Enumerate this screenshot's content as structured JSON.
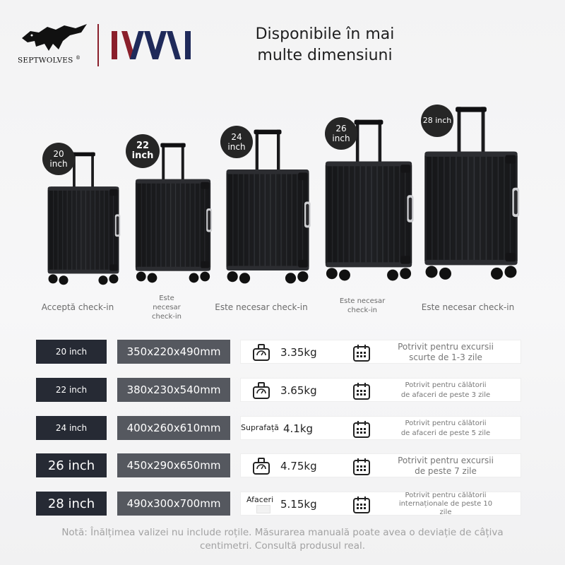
{
  "brand": {
    "name": "SEPTWOLVES",
    "registered": "®",
    "secondary_logo": "IMW"
  },
  "headline": {
    "line1": "Disponibile în mai",
    "line2": "multe dimensiuni"
  },
  "suitcases": [
    {
      "badge_line1": "20",
      "badge_line2": "inch",
      "caption": "Acceptă check-in"
    },
    {
      "badge_line1": "22",
      "badge_line2": "inch",
      "caption_line1": "Este",
      "caption_line2": "necesar",
      "caption_line3": "check-in"
    },
    {
      "badge_line1": "24",
      "badge_line2": "inch",
      "caption": "Este necesar check-in"
    },
    {
      "badge_line1": "26",
      "badge_line2": "inch",
      "caption_line1": "Este necesar",
      "caption_line2": "check-in"
    },
    {
      "badge_line1": "28 inch",
      "badge_line2": "",
      "caption": "Este necesar check-in"
    }
  ],
  "spec_rows": [
    {
      "size": "20 inch",
      "dimensions": "350x220x490mm",
      "weight": "3.35kg",
      "usage_line1": "Potrivit pentru excursii",
      "usage_line2": "scurte de 1-3 zile",
      "icon": "scale-icon"
    },
    {
      "size": "22 inch",
      "dimensions": "380x230x540mm",
      "weight": "3.65kg",
      "usage_line1": "Potrivit pentru călătorii",
      "usage_line2": "de afaceri de peste 3 zile",
      "icon": "scale-icon"
    },
    {
      "size": "24 inch",
      "dimensions": "400x260x610mm",
      "weight": "4.1kg",
      "overlay_label": "Suprafață",
      "usage_line1": "Potrivit pentru călătorii",
      "usage_line2": "de afaceri de peste 5 zile"
    },
    {
      "size": "26 inch",
      "dimensions": "450x290x650mm",
      "weight": "4.75kg",
      "usage_line1": "Potrivit pentru excursii",
      "usage_line2": "de peste 7 zile",
      "icon": "scale-icon"
    },
    {
      "size": "28 inch",
      "dimensions": "490x300x700mm",
      "weight": "5.15kg",
      "overlay_label": "Afaceri",
      "usage_line1": "Potrivit pentru călătorii",
      "usage_line2": "internaționale de peste 10",
      "usage_line3": "zile"
    }
  ],
  "note": {
    "line1": "Notă: Înălțimea valizei nu include roțile. Măsurarea manuală poate avea o deviație de câțiva",
    "line2": "centimetri. Consultă produsul real."
  },
  "colors": {
    "size_cell": "#262a34",
    "dimension_cell": "#55585f",
    "brand_red": "#8a1f2b",
    "brand_navy": "#1f2a5a",
    "suitcase_body": "#1d1e21"
  }
}
